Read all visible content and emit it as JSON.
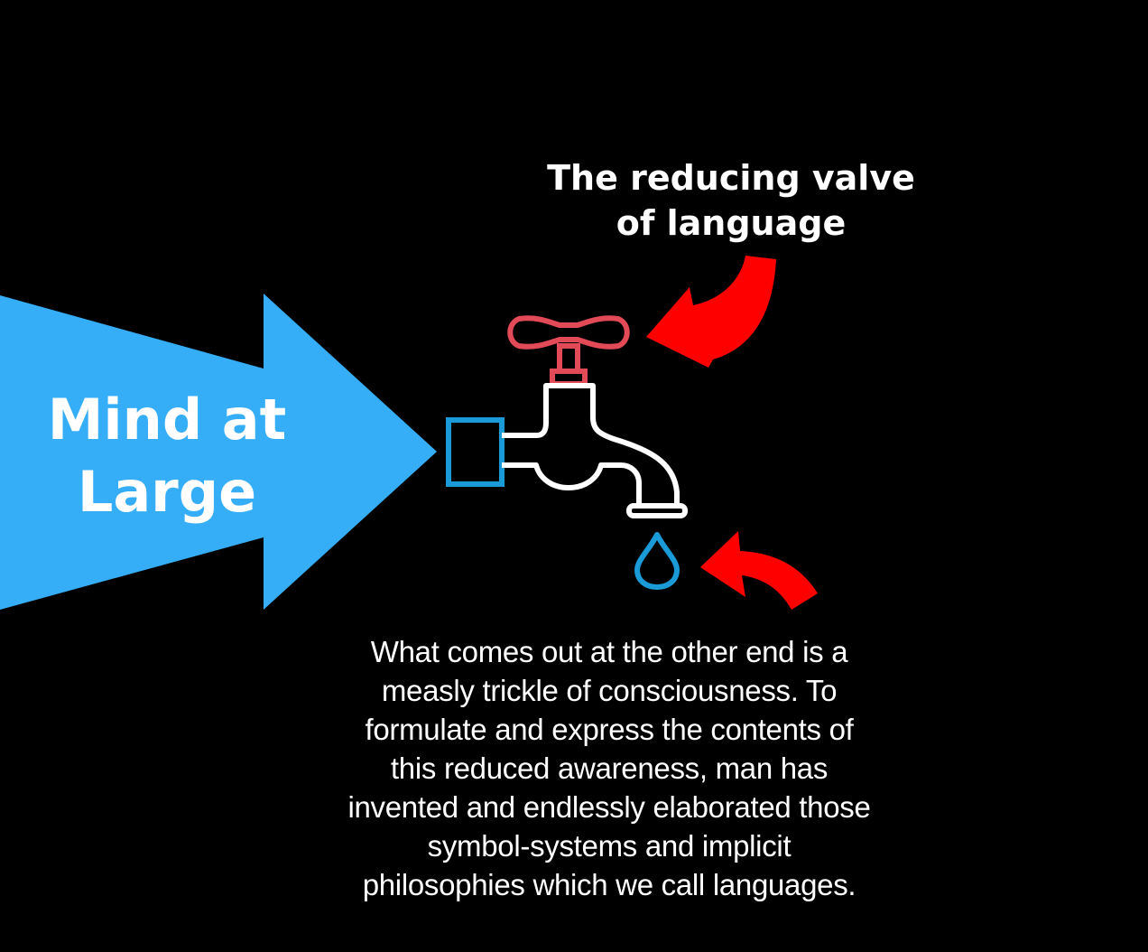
{
  "colors": {
    "background": "#000000",
    "big_arrow": "#35aef7",
    "faucet_body": "#ffffff",
    "faucet_inlet": "#1a9ad6",
    "valve_handle": "#e24a57",
    "pointer_arrows": "#ff0000",
    "water_drop": "#1a9ad6",
    "text": "#ffffff"
  },
  "big_arrow": {
    "lines": [
      "Mind at",
      "Large"
    ]
  },
  "valve_callout": {
    "lines": [
      "The reducing valve",
      "of language"
    ]
  },
  "quote": {
    "lines": [
      "What comes out at the other end is a",
      "measly trickle of consciousness. To",
      "formulate and express the contents of",
      "this reduced awareness, man has",
      "invented and endlessly elaborated those",
      "symbol-systems and implicit",
      "philosophies which we call languages."
    ]
  },
  "icons": {
    "faucet": "faucet-icon",
    "drop": "water-drop-icon",
    "arrow_top": "curved-arrow-icon",
    "arrow_bottom": "curved-arrow-icon"
  }
}
